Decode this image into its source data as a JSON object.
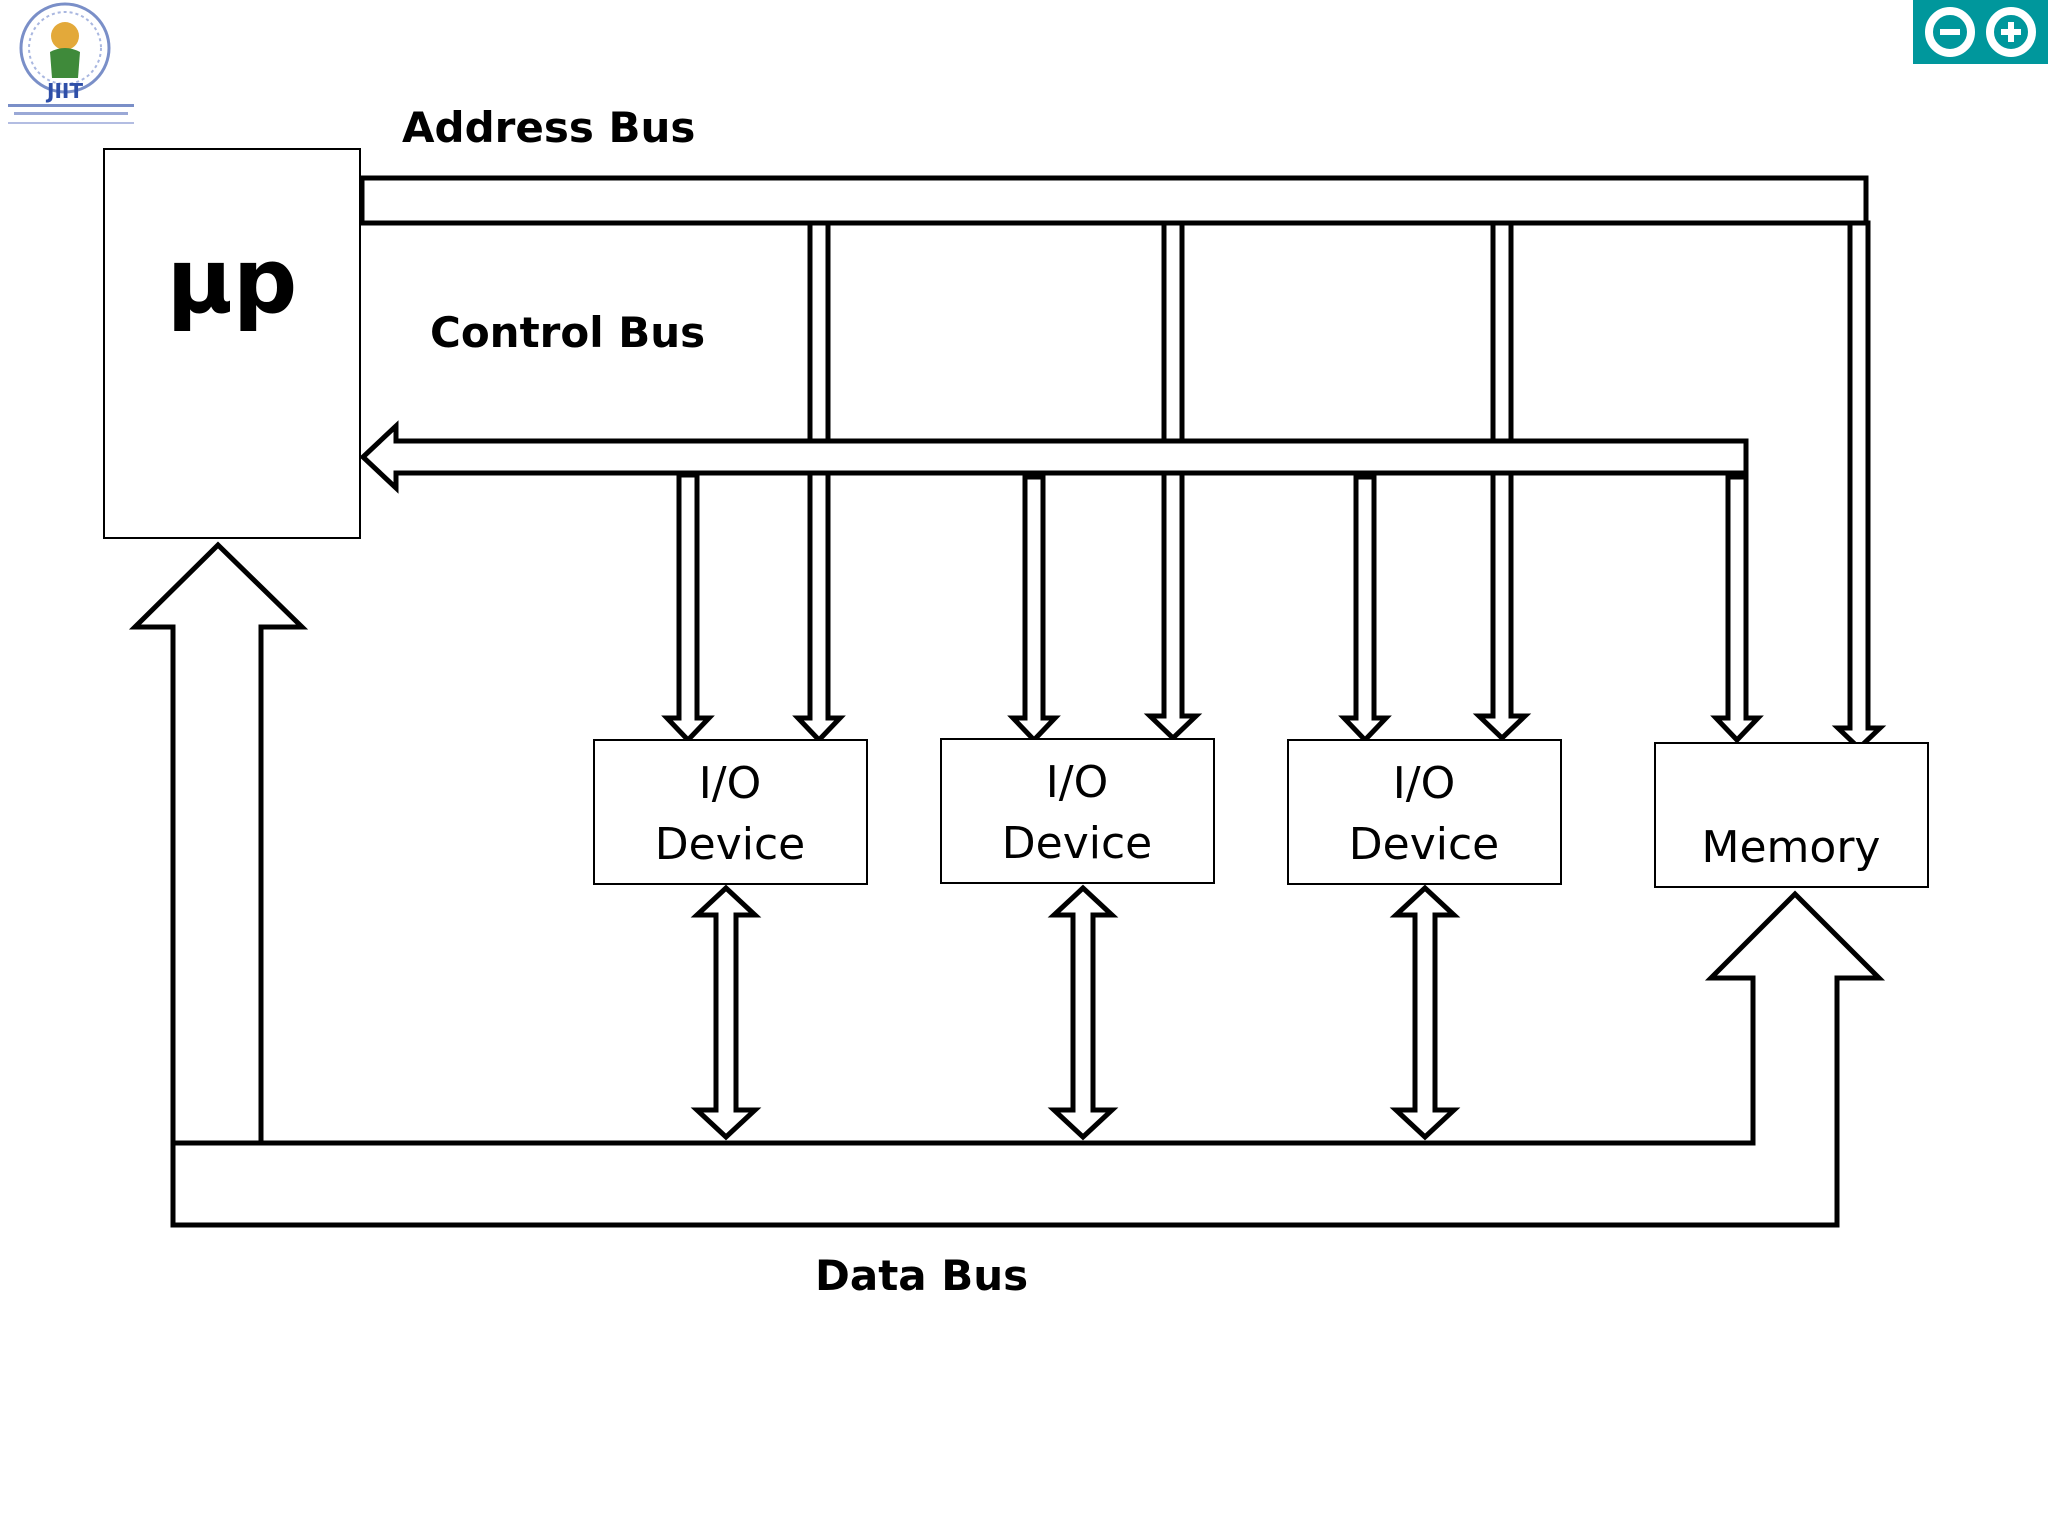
{
  "diagram": {
    "processor_label": "µp",
    "address_bus_label": "Address Bus",
    "control_bus_label": "Control Bus",
    "data_bus_label": "Data Bus",
    "devices": [
      {
        "line1": "I/O",
        "line2": "Device"
      },
      {
        "line1": "I/O",
        "line2": "Device"
      },
      {
        "line1": "I/O",
        "line2": "Device"
      }
    ],
    "memory_label": "Memory"
  },
  "logos": {
    "left": {
      "name": "institute-seal",
      "text": "JIIT"
    },
    "right": {
      "name": "arduino-logo",
      "color": "#00979c"
    }
  }
}
